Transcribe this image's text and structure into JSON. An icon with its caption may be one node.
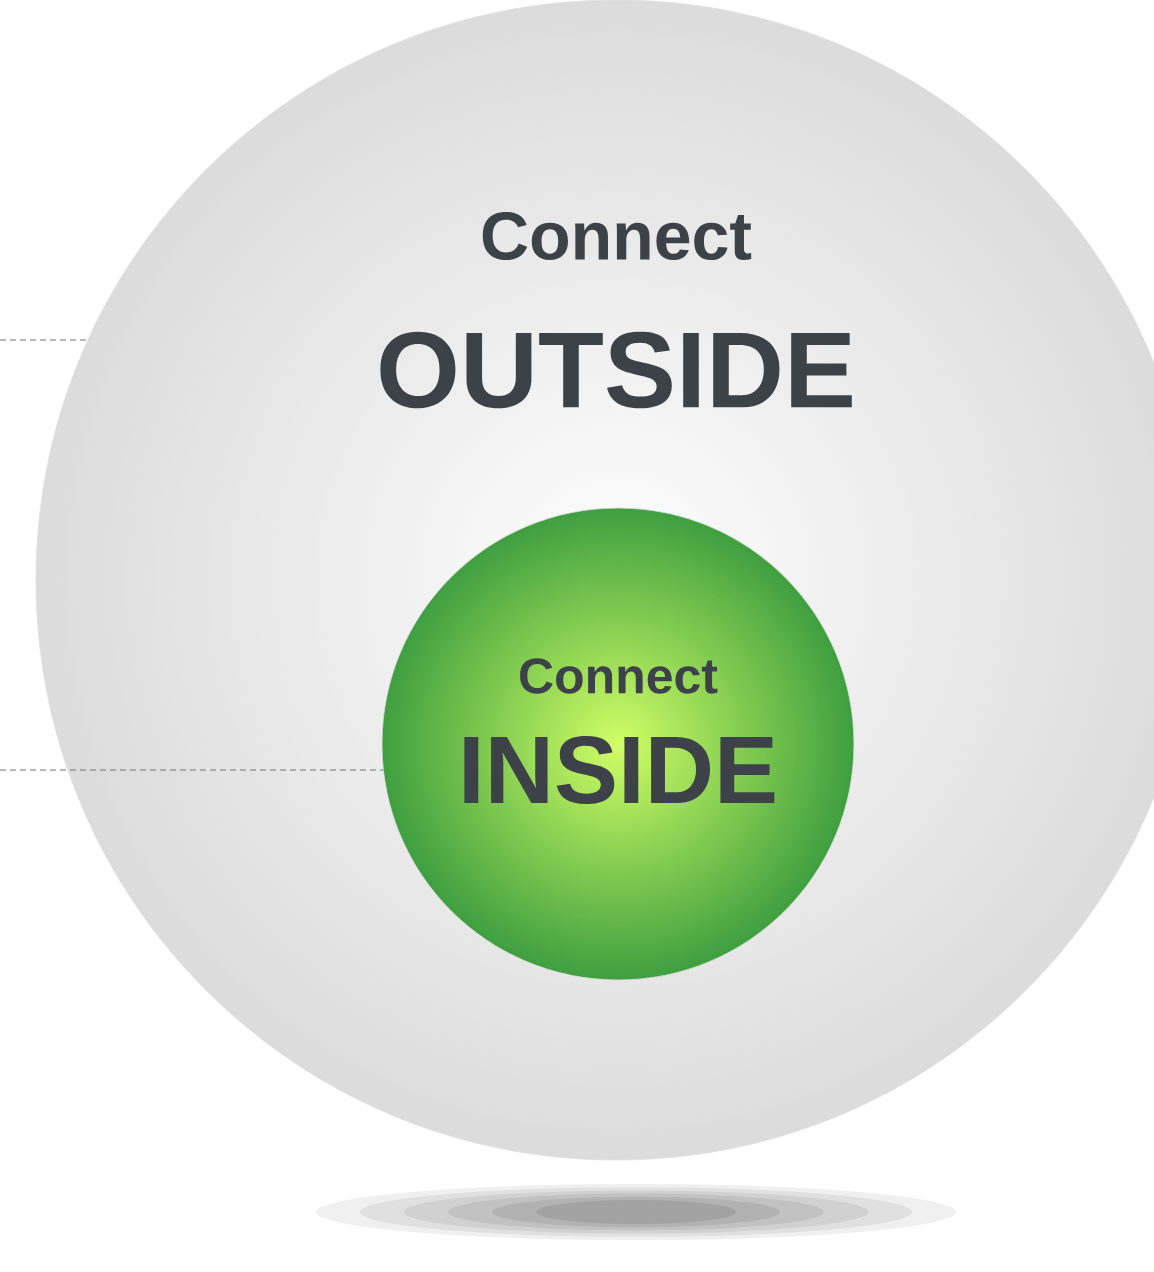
{
  "diagram": {
    "nodes": [
      {
        "text": [
          "Connect",
          "OUTSIDE"
        ]
      },
      {
        "text": [
          "Connect",
          "INSIDE"
        ],
        "in": 0
      }
    ],
    "edges": [
      {
        "from": null,
        "to": 0,
        "arrow": "none",
        "style": "dashed"
      },
      {
        "from": null,
        "to": 1,
        "arrow": "none",
        "style": "dashed"
      }
    ]
  }
}
